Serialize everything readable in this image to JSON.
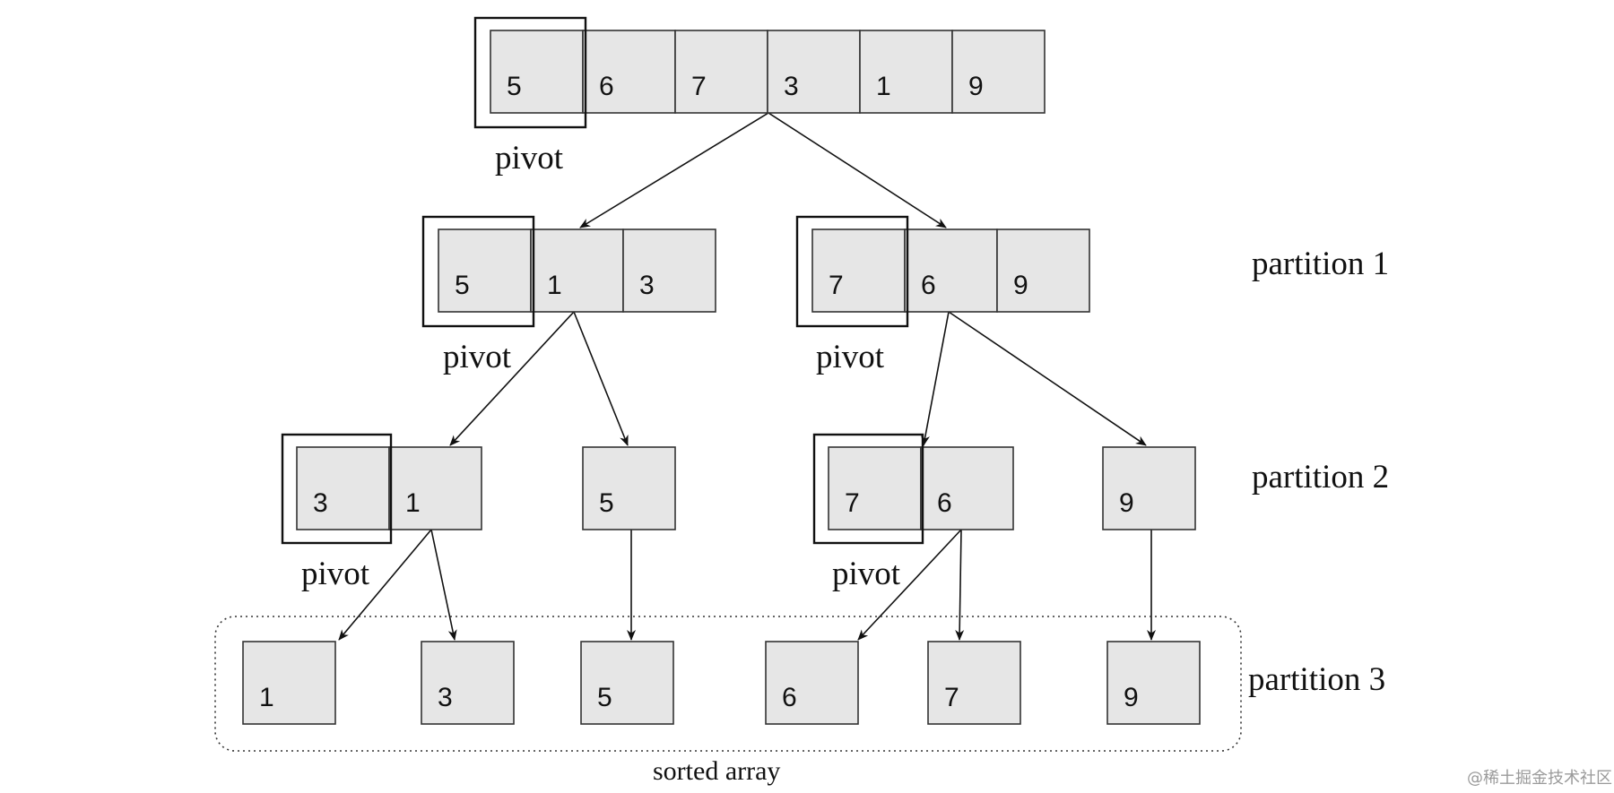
{
  "diagram": {
    "root": [
      "5",
      "6",
      "7",
      "3",
      "1",
      "9"
    ],
    "partition1_left": [
      "5",
      "1",
      "3"
    ],
    "partition1_right": [
      "7",
      "6",
      "9"
    ],
    "partition2_a": [
      "3",
      "1"
    ],
    "partition2_b": [
      "5"
    ],
    "partition2_c": [
      "7",
      "6"
    ],
    "partition2_d": [
      "9"
    ],
    "partition3": [
      "1",
      "3",
      "5",
      "6",
      "7",
      "9"
    ]
  },
  "labels": {
    "pivot": "pivot",
    "partition1": "partition 1",
    "partition2": "partition 2",
    "partition3": "partition 3",
    "sorted_array": "sorted array"
  },
  "watermark": "@稀土掘金技术社区",
  "colors": {
    "cell_fill": "#e6e6e6",
    "line": "#111111"
  }
}
